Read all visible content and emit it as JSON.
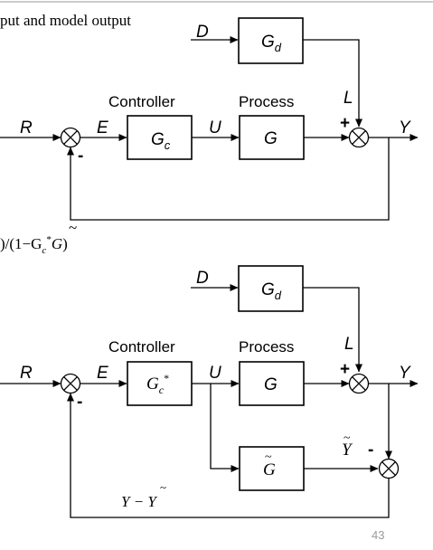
{
  "slide": {
    "top_caption_fragment": "put and model output",
    "formula_fragment": ")/(1−G",
    "page_number": "43"
  },
  "diagram1": {
    "signals": {
      "R": "R",
      "E": "E",
      "U": "U",
      "Y": "Y",
      "D": "D",
      "L": "L"
    },
    "blocks": {
      "controller": "G",
      "process": "G",
      "disturbance": "G"
    },
    "block_subscripts": {
      "controller": "c",
      "disturbance": "d"
    },
    "captions": {
      "controller": "Controller",
      "process": "Process"
    },
    "signs": {
      "feedback": "-",
      "disturbance": "+"
    }
  },
  "diagram2": {
    "signals": {
      "R": "R",
      "E": "E",
      "U": "U",
      "Y": "Y",
      "D": "D",
      "L": "L",
      "Y_tilde": "Y",
      "feedback": "Y − Y"
    },
    "blocks": {
      "controller": "G",
      "process": "G",
      "disturbance": "G",
      "model": "G"
    },
    "block_subscripts": {
      "controller": "c",
      "disturbance": "d"
    },
    "captions": {
      "controller": "Controller",
      "process": "Process"
    },
    "signs": {
      "feedback": "-",
      "disturbance": "+",
      "model": "-"
    }
  }
}
